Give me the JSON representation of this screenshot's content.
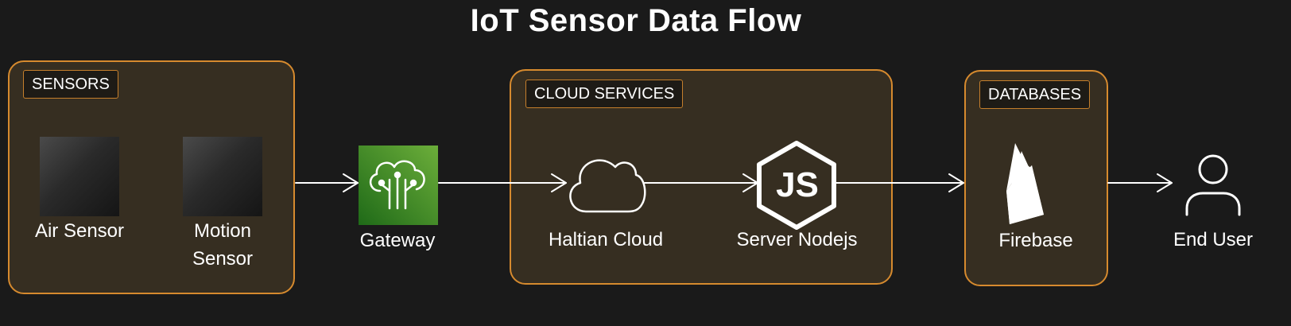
{
  "title": "IoT Sensor Data Flow",
  "groups": {
    "sensors": "SENSORS",
    "cloud": "CLOUD SERVICES",
    "databases": "DATABASES"
  },
  "nodes": {
    "air_sensor": "Air Sensor",
    "motion_sensor_line1": "Motion",
    "motion_sensor_line2": "Sensor",
    "gateway": "Gateway",
    "haltian_cloud": "Haltian Cloud",
    "server_nodejs": "Server Nodejs",
    "firebase": "Firebase",
    "end_user": "End User"
  },
  "colors": {
    "background": "#1a1a1a",
    "group_border": "#d68a2e",
    "group_fill": "#362e21",
    "gateway_green": "#3f8f24",
    "icon_white": "#ffffff"
  }
}
